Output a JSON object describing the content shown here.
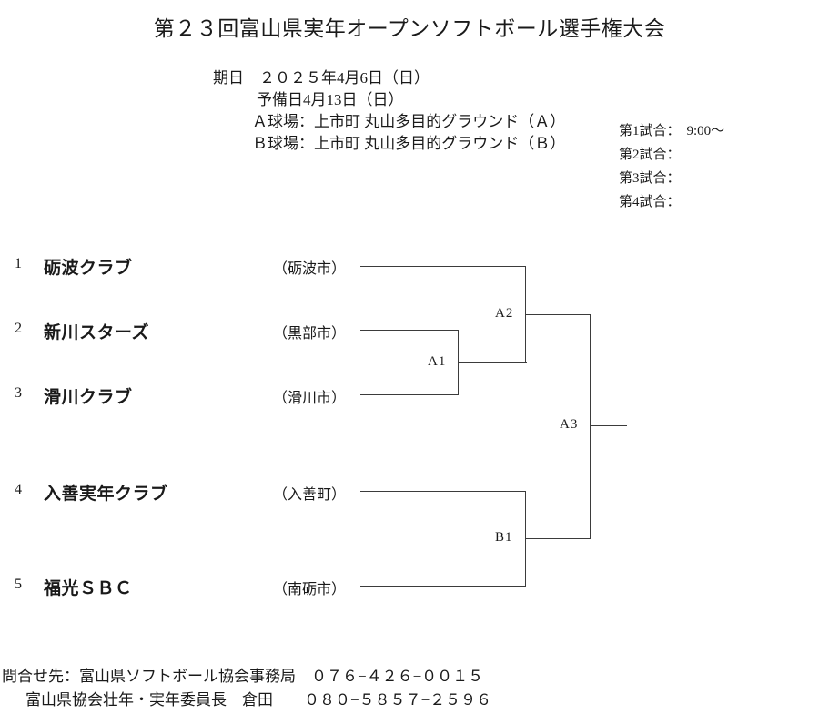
{
  "title": "第２３回富山県実年オープンソフトボール選手権大会",
  "info": {
    "date_line": "期日　２０２５年4月6日（日）",
    "reserve_line": "予備日4月13日（日）",
    "venue_a": "Ａ球場：上市町 丸山多目的グラウンド（Ａ）",
    "venue_b": "Ｂ球場：上市町 丸山多目的グラウンド（Ｂ）"
  },
  "schedule": [
    {
      "label": "第1試合：",
      "time": "9:00〜"
    },
    {
      "label": "第2試合：",
      "time": ""
    },
    {
      "label": "第3試合：",
      "time": ""
    },
    {
      "label": "第4試合：",
      "time": ""
    }
  ],
  "bracket": {
    "teams": [
      {
        "seed": "1",
        "name": "砺波クラブ",
        "city": "（砺波市）"
      },
      {
        "seed": "2",
        "name": "新川スターズ",
        "city": "（黒部市）"
      },
      {
        "seed": "3",
        "name": "滑川クラブ",
        "city": "（滑川市）"
      },
      {
        "seed": "4",
        "name": "入善実年クラブ",
        "city": "（入善町）"
      },
      {
        "seed": "5",
        "name": "福光ＳＢＣ",
        "city": "（南砺市）"
      }
    ],
    "matches": [
      {
        "id": "A1",
        "label": "A1"
      },
      {
        "id": "A2",
        "label": "A2"
      },
      {
        "id": "A3",
        "label": "A3"
      },
      {
        "id": "B1",
        "label": "B1"
      }
    ]
  },
  "footer": {
    "line1": "問合せ先：富山県ソフトボール協会事務局　０７６−４２６−００１５",
    "line2": "富山県協会壮年・実年委員長　倉田　　０８０−５８５７−２５９６"
  },
  "colors": {
    "line": "#3b3b3b",
    "text": "#1a1a1a",
    "background": "#ffffff"
  }
}
